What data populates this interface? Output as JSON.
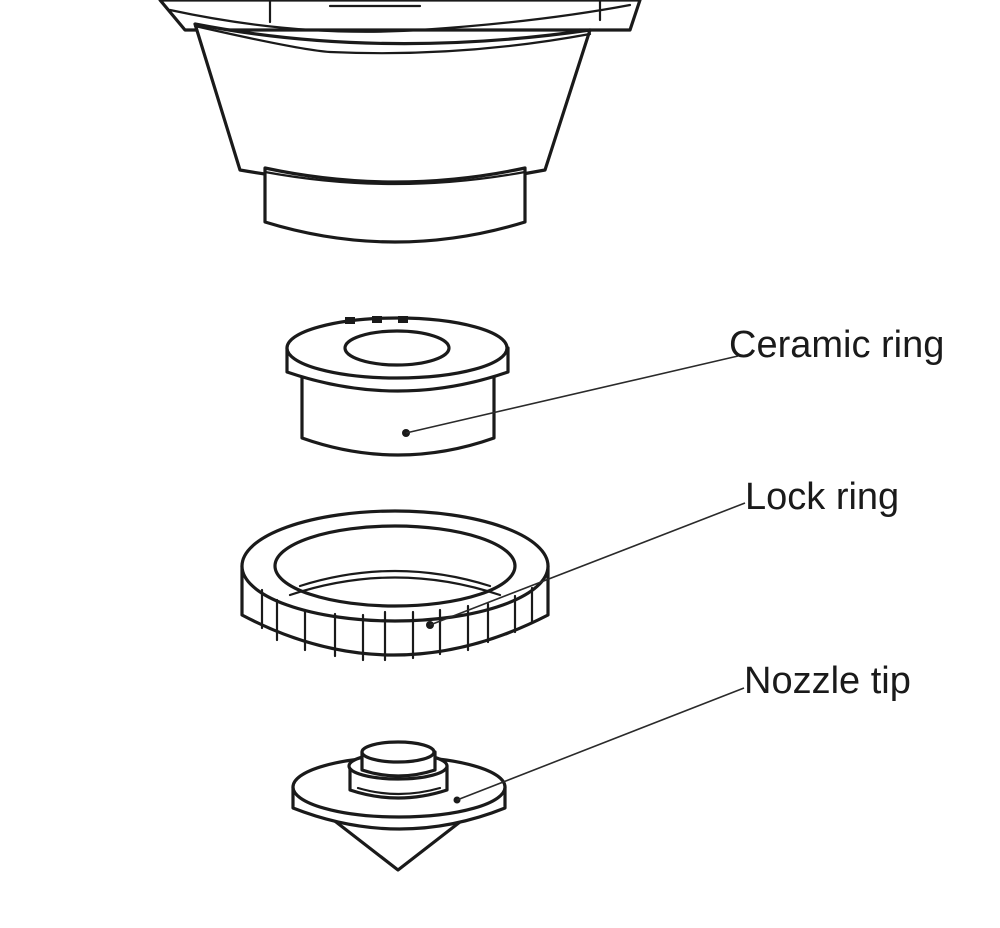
{
  "labels": {
    "ceramic_ring": "Ceramic ring",
    "lock_ring": "Lock ring",
    "nozzle_tip": "Nozzle tip"
  },
  "colors": {
    "line": "#1a1a1a",
    "background": "#ffffff"
  }
}
